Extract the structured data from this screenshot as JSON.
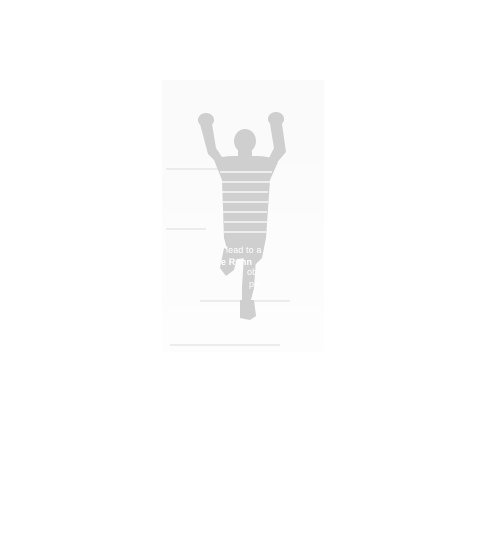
{
  "overlay": {
    "line1": "lead to a",
    "line2": "e Runn",
    "line3": "ob",
    "line4": "pe"
  },
  "colors": {
    "silhouette": "#cfcfcf",
    "background": "#ffffff"
  },
  "icons": {
    "figure": "runner-arms-raised-silhouette"
  }
}
